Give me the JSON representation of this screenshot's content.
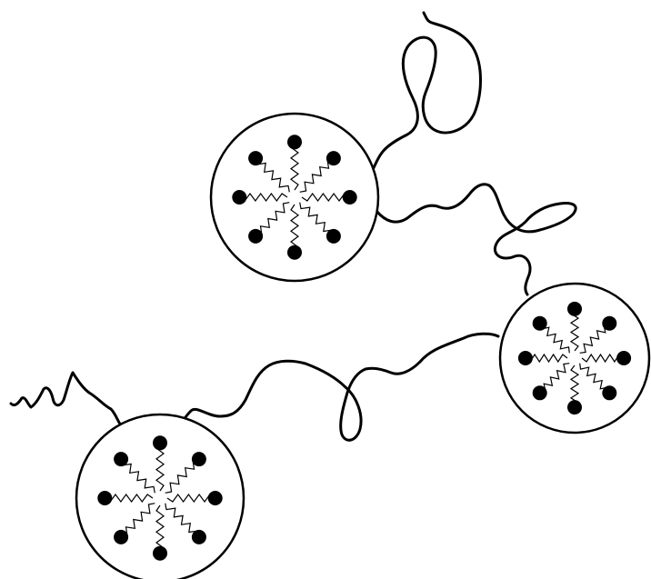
{
  "diagram": {
    "micelles": [
      {
        "id": "micelle-top",
        "surfactant_count": 8
      },
      {
        "id": "micelle-right",
        "surfactant_count": 8
      },
      {
        "id": "micelle-bottom",
        "surfactant_count": 8
      }
    ],
    "colors": {
      "ink": "#000000",
      "background": "#ffffff"
    }
  }
}
